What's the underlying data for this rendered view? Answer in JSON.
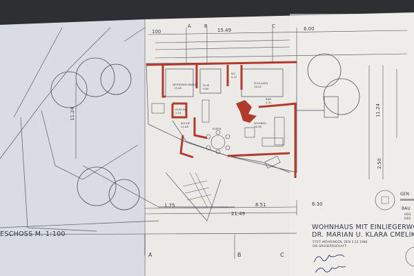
{
  "plan": {
    "title_line1": "WOHNHAUS MIT EINLIEGERWOHNUN",
    "title_line2": "DR. MARIAN U. KLARA CMELIK,",
    "place_date": "STGT.-MÖHRINGEN, DEN 3.12.1986",
    "client_label": "DIE BAUHERRSCHAFT:",
    "floor_scale": "ESCHOSS  M. 1:100",
    "stamp_text_1": "GEN",
    "stamp_text_2": "BAU",
    "stamp2_text_1": "HEIL",
    "stamp2_text_2": "DER",
    "signatures": [
      "Marian Cmelik",
      "Klara Cmelik"
    ]
  },
  "dimensions": {
    "top_total": "15.49",
    "top_right": "6.00",
    "top_left": "100",
    "bottom_total": "21.49",
    "bottom_mid": "8.51",
    "bottom_right": "6.30",
    "bottom_left": "1.75",
    "right_total": "11.24",
    "right_lower": "2.50",
    "left_vertical": "11.24"
  },
  "section_markers": [
    "A",
    "B",
    "C"
  ],
  "rooms": [
    {
      "name": "MEHRZWECKRAUM",
      "area": "13.08"
    },
    {
      "name": "FLUR",
      "area": "5.80"
    },
    {
      "name": "WC",
      "area": "2.22"
    },
    {
      "name": "SCHLAFEN",
      "area": "16.52"
    },
    {
      "name": "BAD",
      "area": "4.32"
    },
    {
      "name": "KÜCHE",
      "area": "13.48"
    },
    {
      "name": "ESSEN",
      "area": ""
    },
    {
      "name": "WOHNEN",
      "area": "36.38"
    },
    {
      "name": "DUSCHE",
      "area": "2.34"
    }
  ],
  "colors": {
    "wall_red": "#b23a2c",
    "paper": "#e9e8e6",
    "ink": "#3a3d48"
  }
}
